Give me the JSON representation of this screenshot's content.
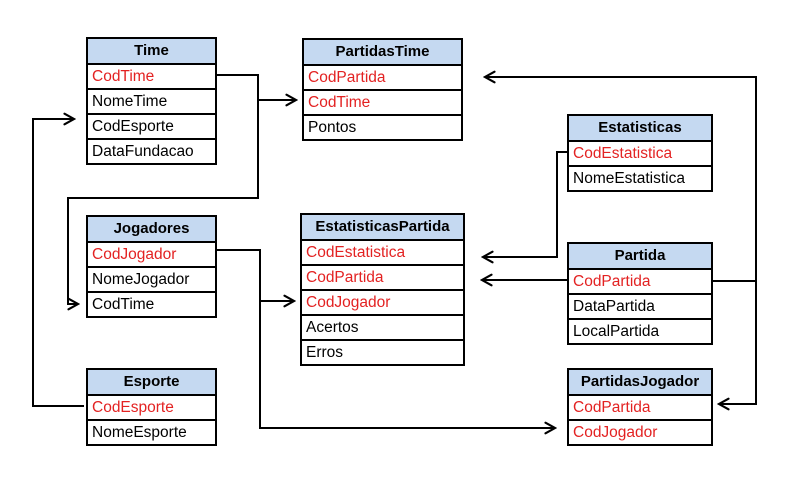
{
  "diagram": {
    "type": "database-schema",
    "colors": {
      "header_fill": "#c5d9f1",
      "key_text": "#e32222",
      "text": "#000000",
      "border": "#000000",
      "background": "#ffffff"
    },
    "tables": [
      {
        "name": "Time",
        "fields": [
          {
            "label": "CodTime",
            "key": true
          },
          {
            "label": "NomeTime",
            "key": false
          },
          {
            "label": "CodEsporte",
            "key": false
          },
          {
            "label": "DataFundacao",
            "key": false
          }
        ]
      },
      {
        "name": "PartidasTime",
        "fields": [
          {
            "label": "CodPartida",
            "key": true
          },
          {
            "label": "CodTime",
            "key": true
          },
          {
            "label": "Pontos",
            "key": false
          }
        ]
      },
      {
        "name": "Estatisticas",
        "fields": [
          {
            "label": "CodEstatistica",
            "key": true
          },
          {
            "label": "NomeEstatistica",
            "key": false
          }
        ]
      },
      {
        "name": "Jogadores",
        "fields": [
          {
            "label": "CodJogador",
            "key": true
          },
          {
            "label": "NomeJogador",
            "key": false
          },
          {
            "label": "CodTime",
            "key": false
          }
        ]
      },
      {
        "name": "EstatisticasPartida",
        "fields": [
          {
            "label": "CodEstatistica",
            "key": true
          },
          {
            "label": "CodPartida",
            "key": true
          },
          {
            "label": "CodJogador",
            "key": true
          },
          {
            "label": "Acertos",
            "key": false
          },
          {
            "label": "Erros",
            "key": false
          }
        ]
      },
      {
        "name": "Partida",
        "fields": [
          {
            "label": "CodPartida",
            "key": true
          },
          {
            "label": "DataPartida",
            "key": false
          },
          {
            "label": "LocalPartida",
            "key": false
          }
        ]
      },
      {
        "name": "Esporte",
        "fields": [
          {
            "label": "CodEsporte",
            "key": true
          },
          {
            "label": "NomeEsporte",
            "key": false
          }
        ]
      },
      {
        "name": "PartidasJogador",
        "fields": [
          {
            "label": "CodPartida",
            "key": true
          },
          {
            "label": "CodJogador",
            "key": true
          }
        ]
      }
    ],
    "relations": [
      {
        "from": "Esporte.CodEsporte",
        "to": "Time.CodEsporte"
      },
      {
        "from": "Time.CodTime",
        "to": "PartidasTime.CodTime"
      },
      {
        "from": "Time.CodTime",
        "to": "Jogadores.CodTime"
      },
      {
        "from": "Jogadores.CodJogador",
        "to": "EstatisticasPartida.CodJogador"
      },
      {
        "from": "Jogadores.CodJogador",
        "to": "PartidasJogador.CodJogador"
      },
      {
        "from": "Estatisticas.CodEstatistica",
        "to": "EstatisticasPartida.CodEstatistica"
      },
      {
        "from": "Partida.CodPartida",
        "to": "EstatisticasPartida.CodPartida"
      },
      {
        "from": "Partida.CodPartida",
        "to": "PartidasTime.CodPartida"
      },
      {
        "from": "Partida.CodPartida",
        "to": "PartidasJogador.CodPartida"
      }
    ]
  }
}
